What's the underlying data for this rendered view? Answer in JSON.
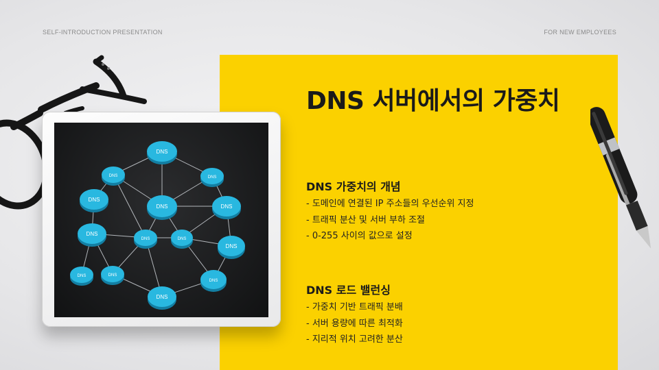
{
  "header": {
    "left_label": "SELF-INTRODUCTION PRESENTATION",
    "right_label": "FOR NEW EMPLOYEES"
  },
  "slide": {
    "title": "DNS 서버에서의 가중치",
    "sections": [
      {
        "heading": "DNS 가중치의 개념",
        "bullets": [
          "- 도메인에 연결된 IP 주소들의 우선순위 지정",
          "- 트래픽 분산 및 서버 부하 조절",
          "- 0-255 사이의 값으로 설정"
        ]
      },
      {
        "heading": "DNS 로드 밸런싱",
        "bullets": [
          "- 가중치 기반 트래픽 분배",
          "- 서버 용량에 따른 최적화",
          "- 지리적 위치 고려한 분산"
        ]
      }
    ]
  },
  "network_image": {
    "node_label": "DNS"
  },
  "colors": {
    "accent_yellow": "#fbd100",
    "node_cyan": "#29b8e0",
    "text_dark": "#1a1a1a",
    "label_gray": "#8a8a8a"
  },
  "icons": {
    "glasses": "eyeglasses-icon",
    "pen": "ballpoint-pen-icon"
  }
}
